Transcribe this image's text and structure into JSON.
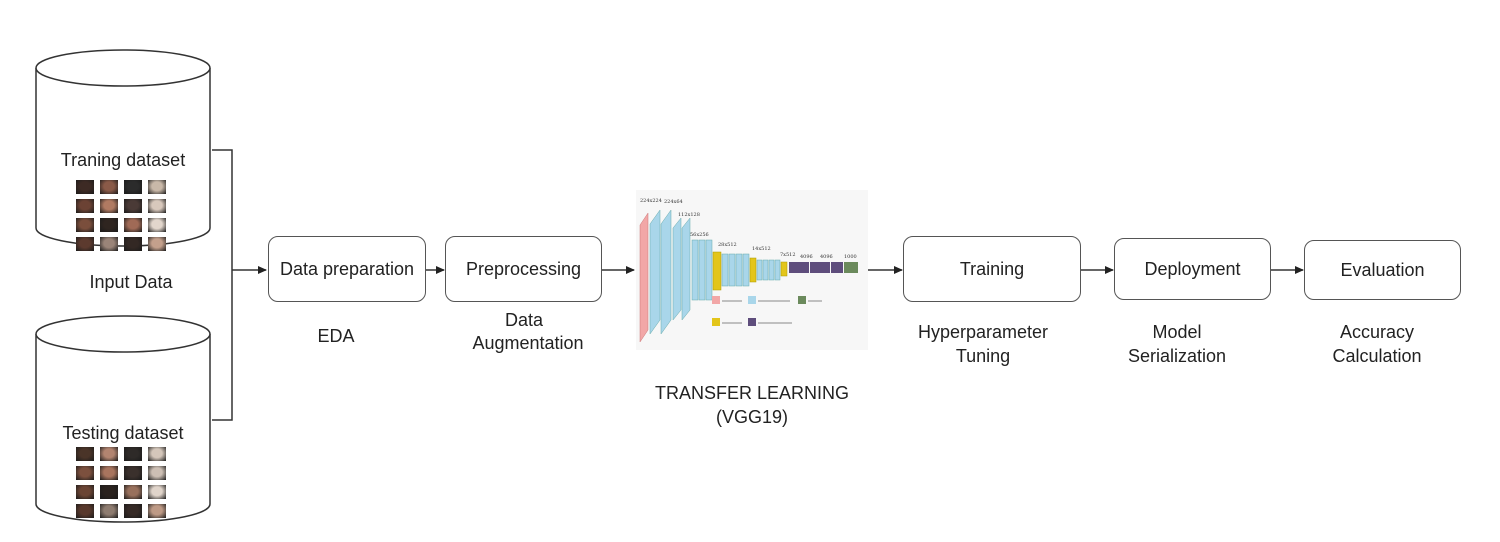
{
  "databases": {
    "training": {
      "title": "Traning dataset",
      "thumbnail_colors": [
        "#3d2a24",
        "#8a5a48",
        "#2b2b2b",
        "#c9b8a8",
        "#6b4234",
        "#b07a62",
        "#4a3a36",
        "#d8c8bc",
        "#7a4e3c",
        "#2f2520",
        "#a06a56",
        "#e2d6cc",
        "#5c3a2e",
        "#9a8478",
        "#332824",
        "#c4a08c"
      ]
    },
    "testing": {
      "title": "Testing dataset",
      "thumbnail_colors": [
        "#4a3428",
        "#b28470",
        "#2e2a28",
        "#d4c6ba",
        "#7c503e",
        "#a8745e",
        "#3a302c",
        "#cdbfb4",
        "#6a4434",
        "#2a221e",
        "#98705c",
        "#e0d4ca",
        "#58382c",
        "#8e7c70",
        "#362a26",
        "#be9a86"
      ]
    }
  },
  "input_label": "Input Data",
  "steps": {
    "data_preparation": {
      "label": "Data preparation",
      "caption": "EDA"
    },
    "preprocessing": {
      "label": "Preprocessing",
      "caption_line1": "Data",
      "caption_line2": "Augmentation"
    },
    "transfer": {
      "caption_line1": "TRANSFER LEARNING",
      "caption_line2": "(VGG19)"
    },
    "training": {
      "label": "Training",
      "caption_line1": "Hyperparameter",
      "caption_line2": "Tuning"
    },
    "deployment": {
      "label": "Deployment",
      "caption_line1": "Model",
      "caption_line2": "Serialization"
    },
    "evaluation": {
      "label": "Evaluation",
      "caption_line1": "Accuracy",
      "caption_line2": "Calculation"
    }
  },
  "colors": {
    "stroke": "#333333",
    "conv_layer": "#a9d6ea",
    "input_layer": "#f2a7a7",
    "pool_layer": "#e3c51a",
    "fc_layer": "#5e4d7c",
    "softmax_layer": "#6b8a5c"
  }
}
